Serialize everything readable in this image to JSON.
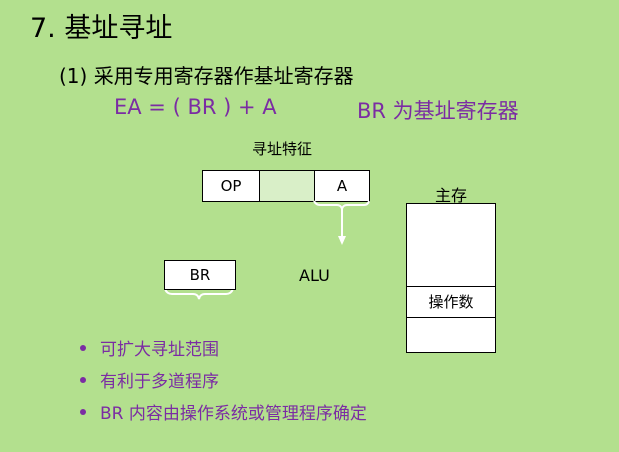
{
  "title": "7. 基址寻址",
  "subtitle": "(1) 采用专用寄存器作基址寄存器",
  "formula": "EA = ( BR ) + A",
  "br_description": "BR 为基址寄存器",
  "diagram": {
    "addr_feature_label": "寻址特征",
    "instruction_fields": {
      "op": "OP",
      "mode": "",
      "address": "A"
    },
    "register_label": "BR",
    "alu_label": "ALU",
    "memory_label": "主存",
    "operand_label": "操作数"
  },
  "bullets": [
    "可扩大寻址范围",
    "有利于多道程序",
    "BR 内容由操作系统或管理程序确定"
  ],
  "colors": {
    "background": "#b3e08e",
    "accent": "#7b2ca3",
    "mode_field": "#d9efc8"
  }
}
